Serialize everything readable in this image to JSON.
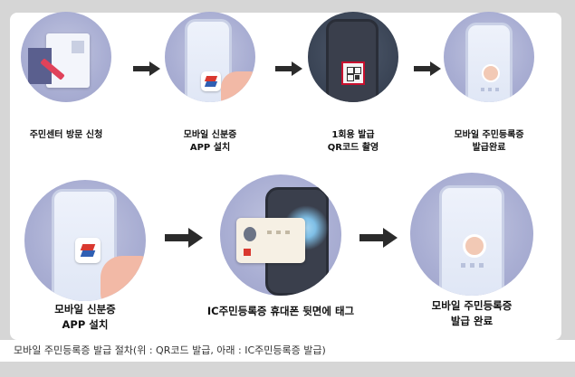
{
  "steps_top": [
    {
      "line1": "주민센터 방문 신청",
      "line2": ""
    },
    {
      "line1": "모바일 신분증",
      "line2": "APP 설치"
    },
    {
      "line1": "1회용 발급",
      "line2": "QR코드 촬영"
    },
    {
      "line1": "모바일 주민등록증",
      "line2": "발급완료"
    }
  ],
  "steps_bottom": [
    {
      "line1": "모바일 신분증",
      "line2": "APP 설치"
    },
    {
      "line1": "IC주민등록증 휴대폰 뒷면에 태그",
      "line2": ""
    },
    {
      "line1": "모바일 주민등록증",
      "line2": "발급 완료"
    }
  ],
  "caption": "모바일 주민등록증 발급 절차(위 : QR코드 발급, 아래 : IC주민등록증 발급)",
  "colors": {
    "circle": "#a9aed3",
    "circle_dark": "#394354",
    "arrow": "#2b2b2b",
    "card_red": "#d9382f",
    "card_blue": "#2f5fb3"
  }
}
